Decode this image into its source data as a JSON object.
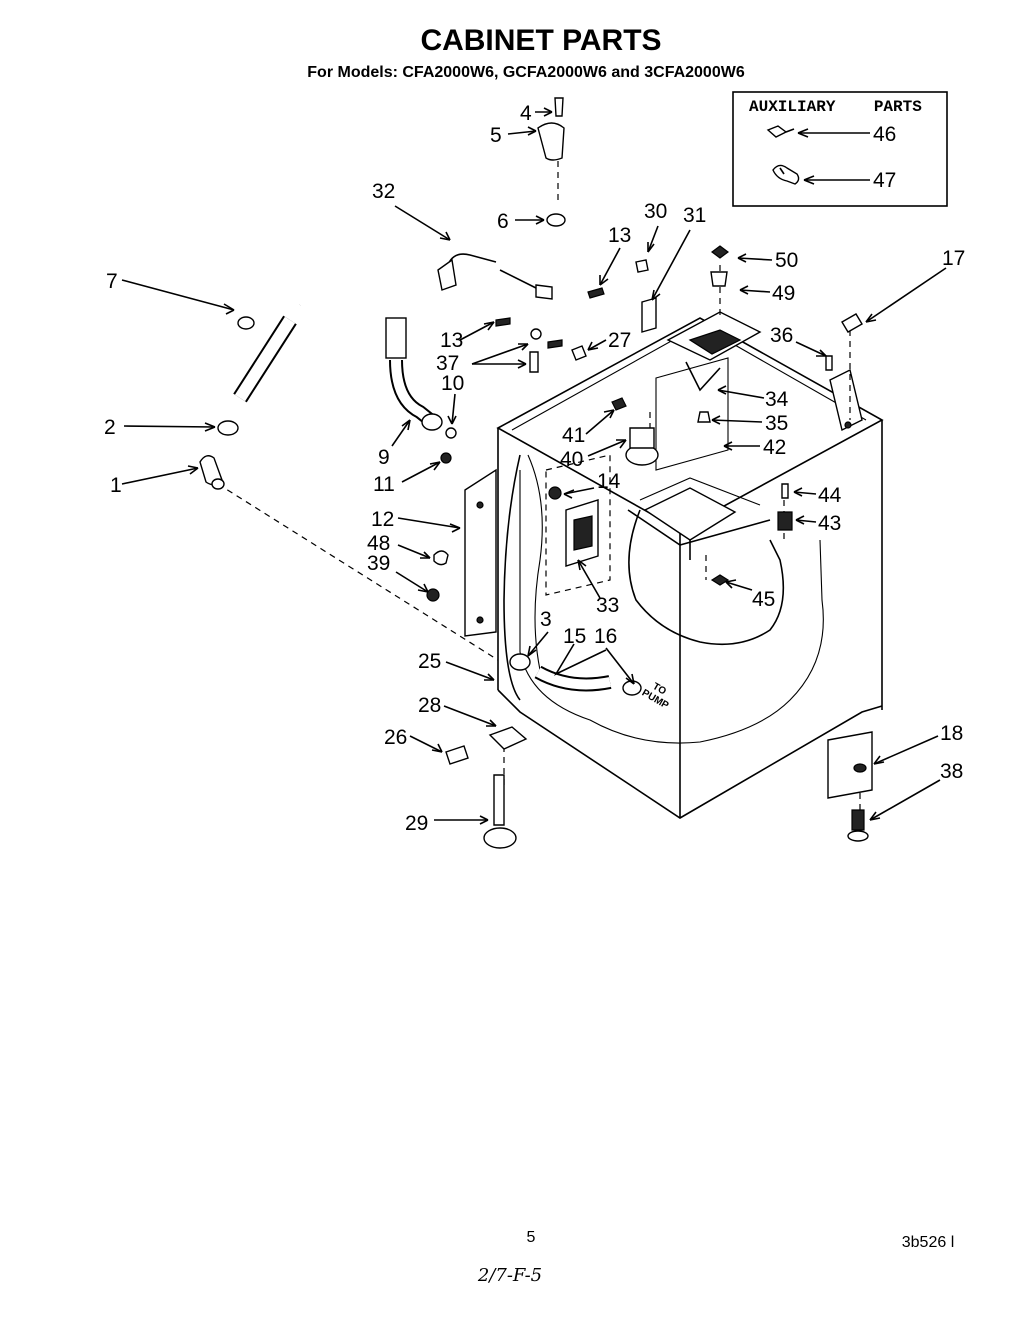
{
  "title": "CABINET PARTS",
  "subtitle": "For Models: CFA2000W6, GCFA2000W6 and 3CFA2000W6",
  "auxiliary_box": {
    "title": "AUXILIARY    PARTS",
    "items": [
      "46",
      "47"
    ]
  },
  "callouts": {
    "c1": "1",
    "c2": "2",
    "c3": "3",
    "c4": "4",
    "c5": "5",
    "c6": "6",
    "c7": "7",
    "c9": "9",
    "c10": "10",
    "c11": "11",
    "c12": "12",
    "c13a": "13",
    "c13b": "13",
    "c14": "14",
    "c15": "15",
    "c16": "16",
    "c17": "17",
    "c18": "18",
    "c25": "25",
    "c26": "26",
    "c27": "27",
    "c28": "28",
    "c29": "29",
    "c30": "30",
    "c31": "31",
    "c32": "32",
    "c33": "33",
    "c34": "34",
    "c35": "35",
    "c36": "36",
    "c37": "37",
    "c38": "38",
    "c39": "39",
    "c40": "40",
    "c41": "41",
    "c42": "42",
    "c43": "43",
    "c44": "44",
    "c45": "45",
    "c48": "48",
    "c49": "49",
    "c50": "50"
  },
  "to_pump_label": [
    "TO",
    "PUMP"
  ],
  "footer": {
    "page_number": "5",
    "doc_code": "3b526 l",
    "handwritten": "2/7-F-5"
  }
}
